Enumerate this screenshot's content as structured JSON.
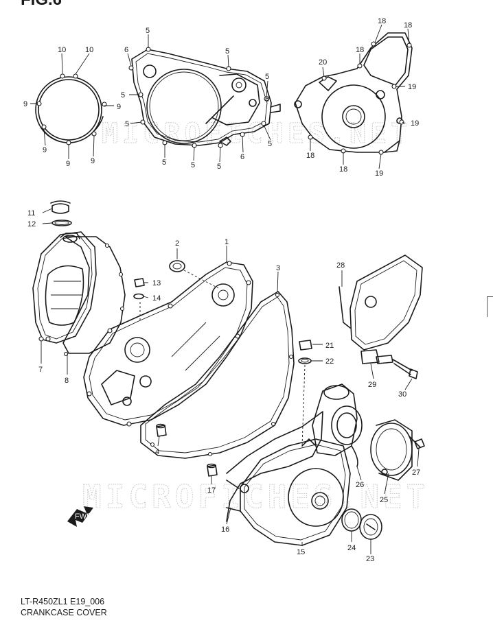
{
  "figure_label": "FIG.6",
  "caption": {
    "code": "LT-R450ZL1 E19_006",
    "title": "CRANKCASE COVER"
  },
  "watermarks": [
    "MICROFICHES.NET",
    "MICROFICHES.NET"
  ],
  "callouts": [
    {
      "id": "c1",
      "text": "10"
    },
    {
      "id": "c2",
      "text": "10"
    },
    {
      "id": "c3",
      "text": "9"
    },
    {
      "id": "c4",
      "text": "9"
    },
    {
      "id": "c5",
      "text": "9"
    },
    {
      "id": "c6",
      "text": "9"
    },
    {
      "id": "c7",
      "text": "9"
    },
    {
      "id": "c8",
      "text": "5"
    },
    {
      "id": "c9",
      "text": "6"
    },
    {
      "id": "c10",
      "text": "5"
    },
    {
      "id": "c11",
      "text": "5"
    },
    {
      "id": "c12",
      "text": "5"
    },
    {
      "id": "c13",
      "text": "5"
    },
    {
      "id": "c14",
      "text": "6"
    },
    {
      "id": "c15",
      "text": "5"
    },
    {
      "id": "c16",
      "text": "5"
    },
    {
      "id": "c17",
      "text": "5"
    },
    {
      "id": "c18",
      "text": "5"
    },
    {
      "id": "c19",
      "text": "6"
    },
    {
      "id": "c20",
      "text": "18"
    },
    {
      "id": "c21",
      "text": "18"
    },
    {
      "id": "c22",
      "text": "18"
    },
    {
      "id": "c23",
      "text": "20"
    },
    {
      "id": "c24",
      "text": "19"
    },
    {
      "id": "c25",
      "text": "19"
    },
    {
      "id": "c26",
      "text": "18"
    },
    {
      "id": "c27",
      "text": "18"
    },
    {
      "id": "c28",
      "text": "19"
    },
    {
      "id": "c29",
      "text": "11"
    },
    {
      "id": "c30",
      "text": "12"
    },
    {
      "id": "c31",
      "text": "2"
    },
    {
      "id": "c32",
      "text": "1"
    },
    {
      "id": "c33",
      "text": "3"
    },
    {
      "id": "c34",
      "text": "13"
    },
    {
      "id": "c35",
      "text": "14"
    },
    {
      "id": "c36",
      "text": "28"
    },
    {
      "id": "c37",
      "text": "21"
    },
    {
      "id": "c38",
      "text": "22"
    },
    {
      "id": "c39",
      "text": "7"
    },
    {
      "id": "c40",
      "text": "8"
    },
    {
      "id": "c41",
      "text": "29"
    },
    {
      "id": "c42",
      "text": "30"
    },
    {
      "id": "c43",
      "text": "4"
    },
    {
      "id": "c44",
      "text": "27"
    },
    {
      "id": "c45",
      "text": "26"
    },
    {
      "id": "c46",
      "text": "17"
    },
    {
      "id": "c47",
      "text": "25"
    },
    {
      "id": "c48",
      "text": "16"
    },
    {
      "id": "c49",
      "text": "24"
    },
    {
      "id": "c50",
      "text": "15"
    },
    {
      "id": "c51",
      "text": "23"
    }
  ],
  "fwd_label": "FWD"
}
